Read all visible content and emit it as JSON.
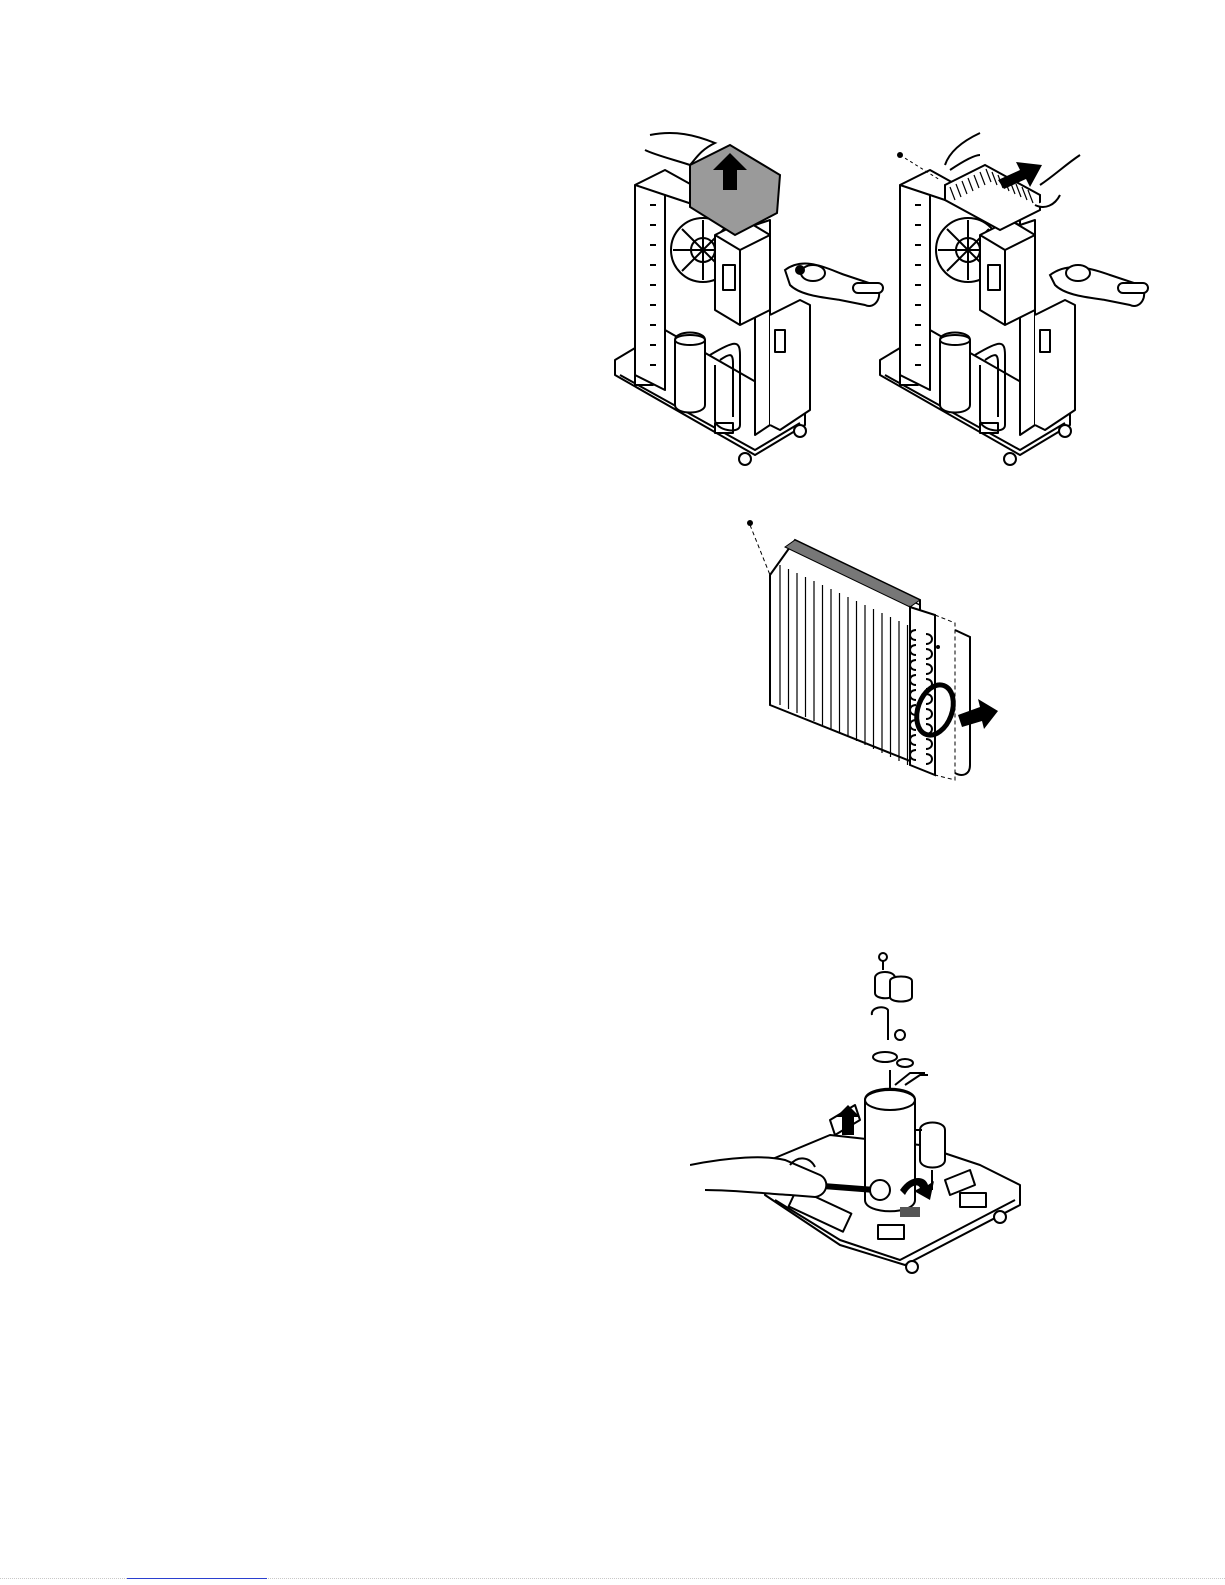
{
  "page": {
    "figures": [
      {
        "id": "outdoor-unit-cover-removal",
        "icon": "disassembly-illustration-icon"
      },
      {
        "id": "outdoor-unit-side-panel-removal",
        "icon": "disassembly-illustration-icon"
      },
      {
        "id": "condenser-coil-removal",
        "icon": "coil-illustration-icon"
      },
      {
        "id": "compressor-removal",
        "icon": "compressor-illustration-icon"
      }
    ],
    "colors": {
      "ink": "#000000",
      "paper": "#ffffff",
      "shade": "#9a9a9a",
      "rule": "#2a3fd0"
    }
  }
}
